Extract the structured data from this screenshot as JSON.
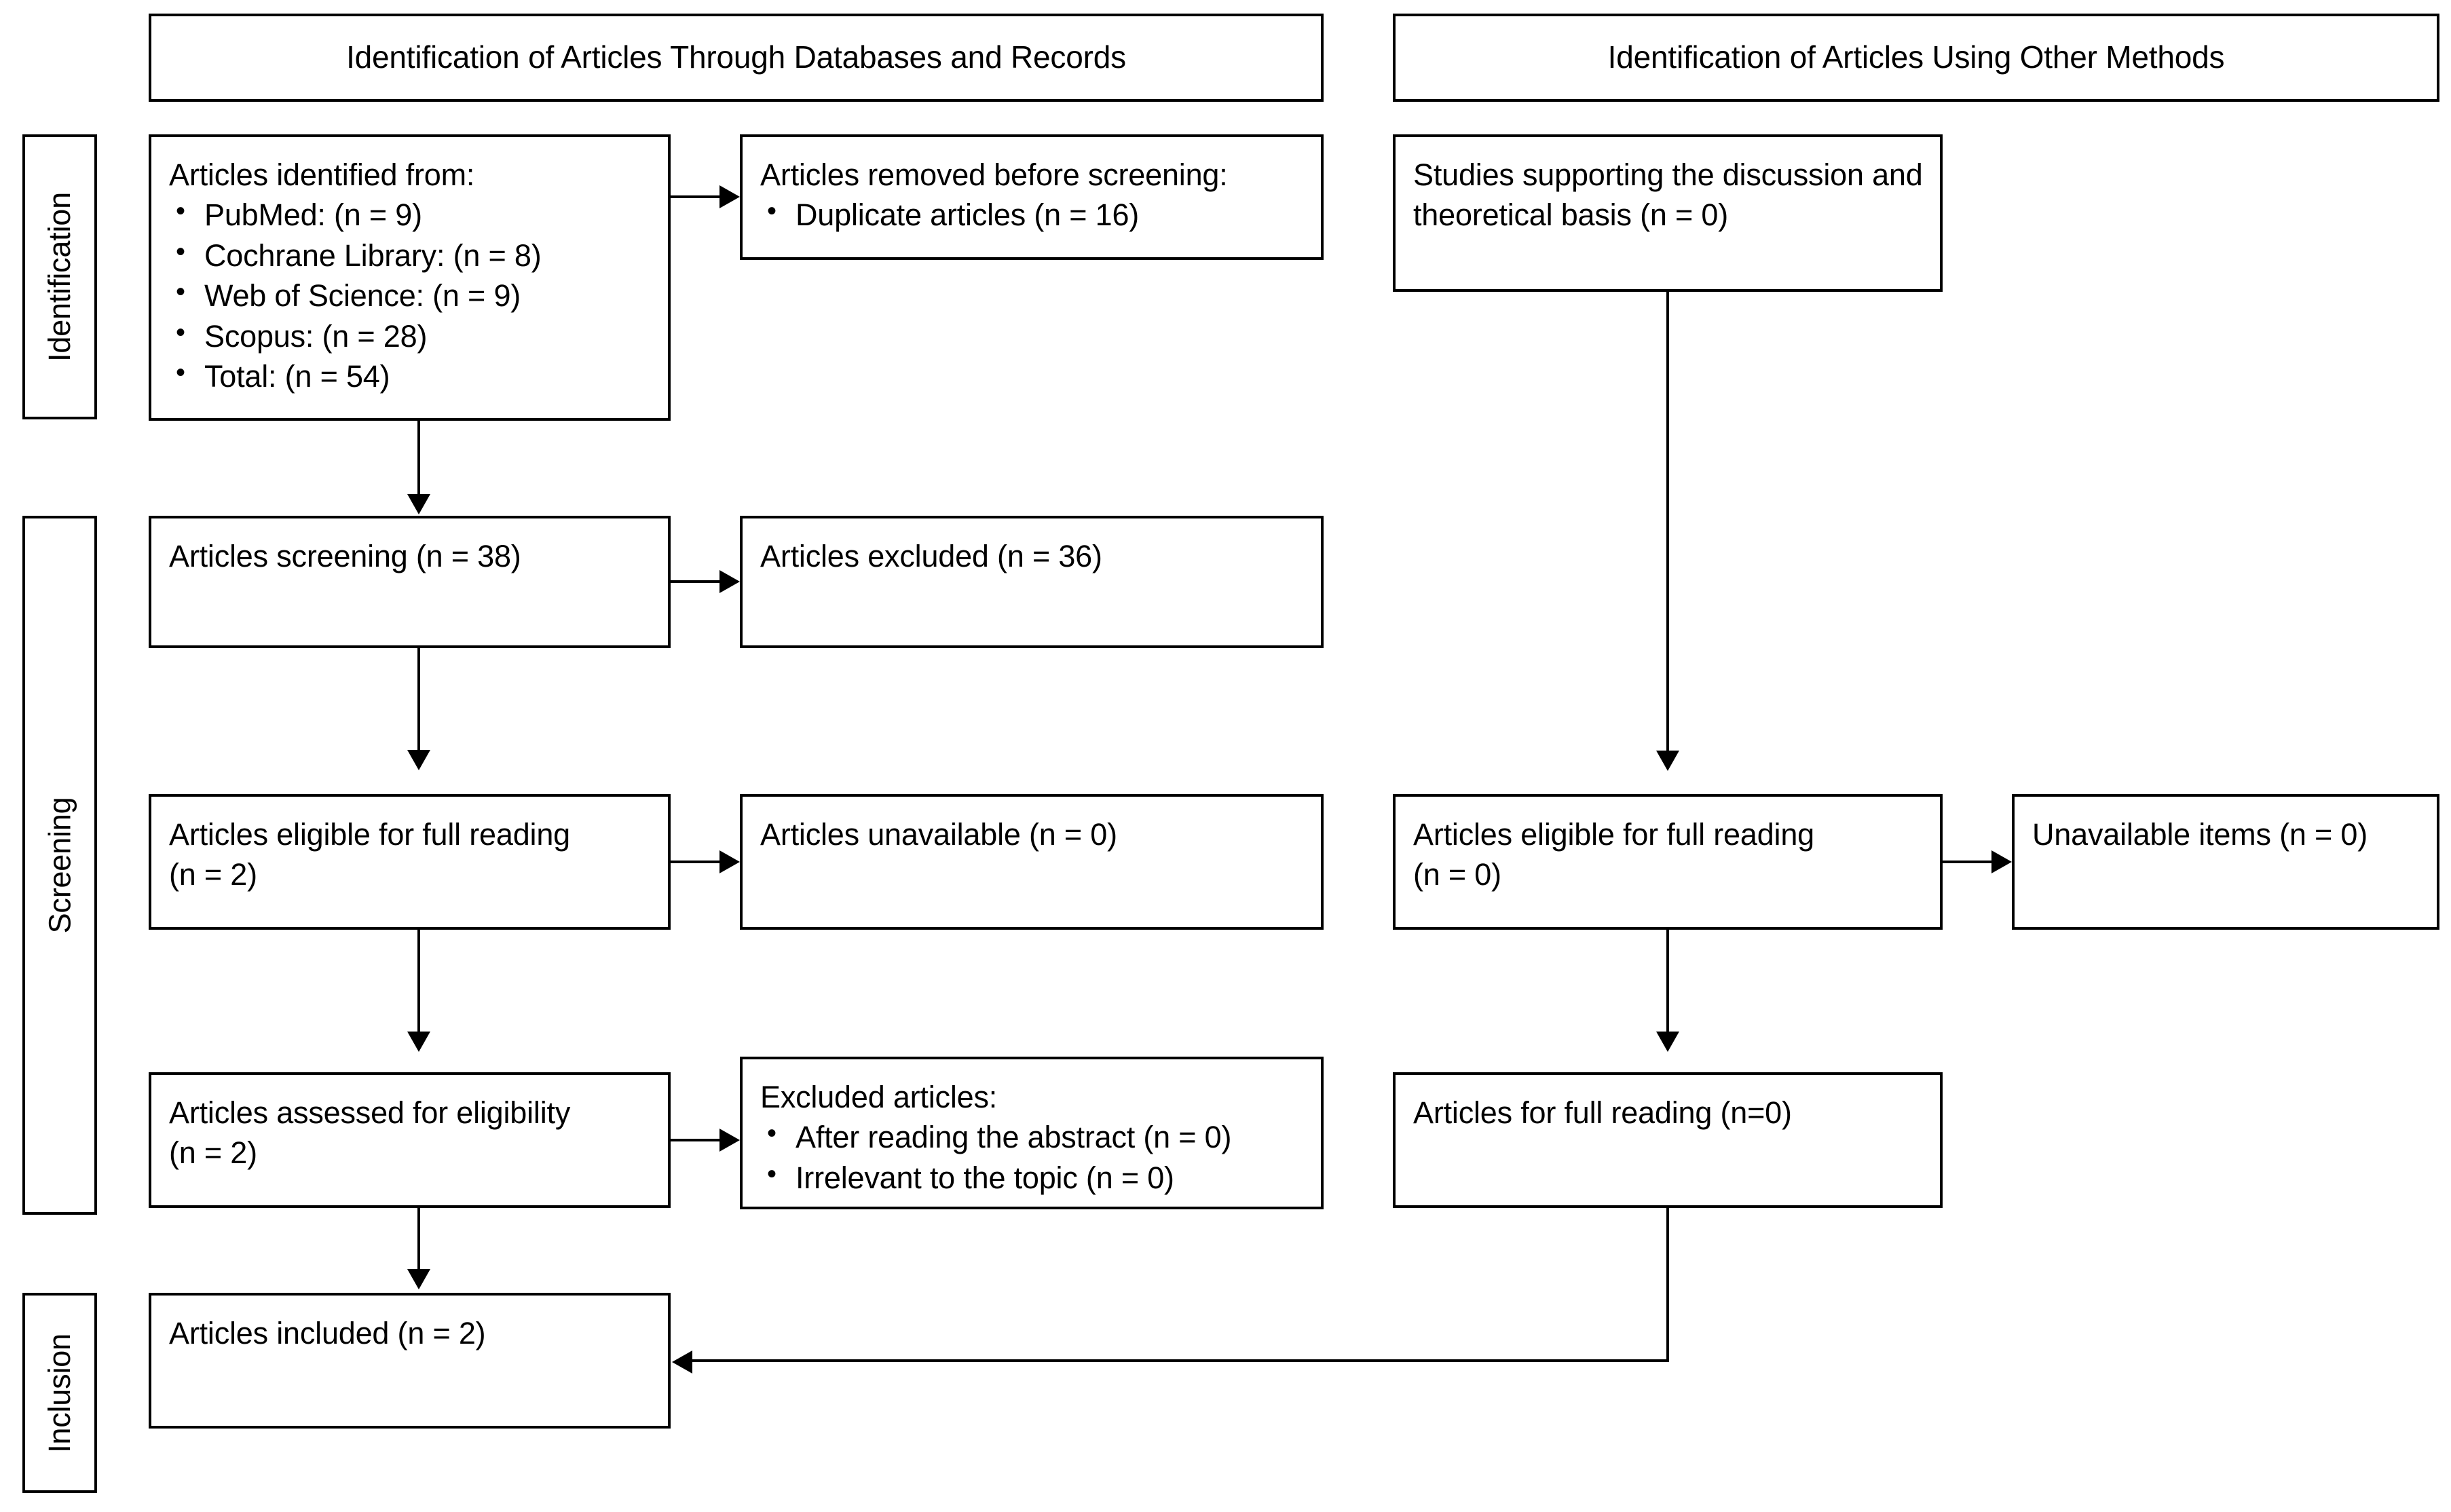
{
  "diagram": {
    "title_left": "Identification of Articles Through Databases and Records",
    "title_right": "Identification of Articles Using Other Methods",
    "stages": {
      "identification": "Identification",
      "screening": "Screening",
      "inclusion": "Inclusion"
    },
    "boxes": {
      "identified": {
        "lead": "Articles identified from:",
        "items": [
          "PubMed: (n = 9)",
          "Cochrane Library: (n = 8)",
          "Web of Science: (n = 9)",
          "Scopus: (n = 28)",
          "Total: (n = 54)"
        ]
      },
      "removed": {
        "lead": "Articles removed before screening:",
        "items": [
          "Duplicate articles (n = 16)"
        ]
      },
      "other_studies": {
        "text": "Studies supporting the discussion and theoretical basis (n = 0)"
      },
      "screening": {
        "text": "Articles screening (n = 38)"
      },
      "excluded": {
        "text": "Articles excluded (n = 36)"
      },
      "eligible_left": {
        "line1": "Articles eligible for full reading",
        "line2": "(n = 2)"
      },
      "unavailable_left": {
        "text": "Articles unavailable (n = 0)"
      },
      "eligible_right": {
        "line1": "Articles eligible for full reading",
        "line2": "(n = 0)"
      },
      "unavailable_right": {
        "text": "Unavailable items (n = 0)"
      },
      "assessed": {
        "line1": "Articles assessed for eligibility",
        "line2": "(n = 2)"
      },
      "excluded_articles": {
        "lead": "Excluded articles:",
        "items": [
          "After reading the abstract (n = 0)",
          "Irrelevant to the topic (n = 0)"
        ]
      },
      "full_reading_right": {
        "text": "Articles for full reading (n=0)"
      },
      "included": {
        "text": "Articles included (n = 2)"
      }
    }
  },
  "colors": {
    "stroke": "#000000",
    "background": "#ffffff",
    "text": "#000000"
  }
}
